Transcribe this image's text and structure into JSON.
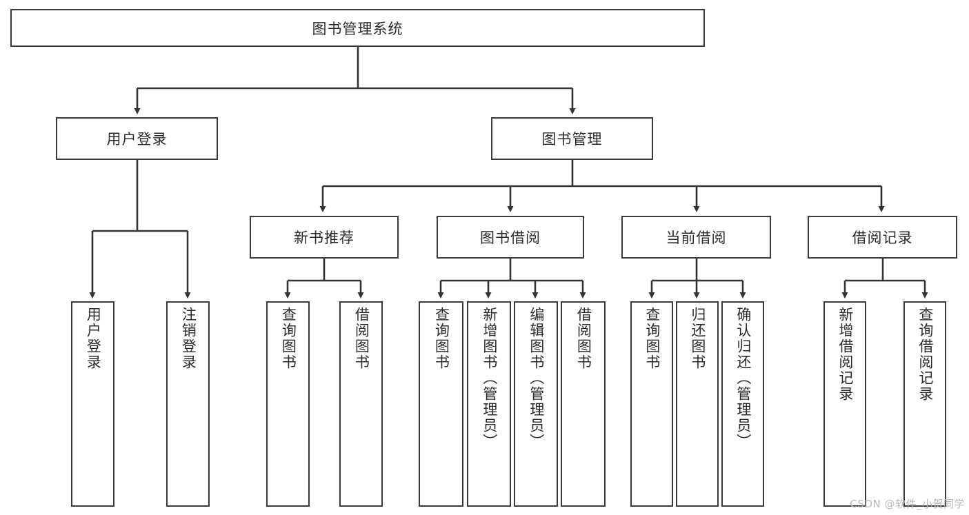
{
  "diagram": {
    "title": "图书管理系统",
    "type": "tree-hierarchy-diagram",
    "root": {
      "id": "root",
      "label": "图书管理系统"
    },
    "level2": [
      {
        "id": "user-login",
        "label": "用户登录"
      },
      {
        "id": "book-management",
        "label": "图书管理"
      }
    ],
    "level3": [
      {
        "id": "new-book-recommend",
        "label": "新书推荐",
        "parent": "book-management"
      },
      {
        "id": "book-borrow",
        "label": "图书借阅",
        "parent": "book-management"
      },
      {
        "id": "current-borrow",
        "label": "当前借阅",
        "parent": "book-management"
      },
      {
        "id": "borrow-record",
        "label": "借阅记录",
        "parent": "book-management"
      }
    ],
    "leaves": {
      "user_login": [
        {
          "id": "leaf-user-login",
          "label": "用户登录"
        },
        {
          "id": "leaf-user-logout",
          "label": "注销登录"
        }
      ],
      "new_book_recommend": [
        {
          "id": "leaf-query-book-1",
          "label": "查询图书"
        },
        {
          "id": "leaf-borrow-book-1",
          "label": "借阅图书"
        }
      ],
      "book_borrow": [
        {
          "id": "leaf-query-book-2",
          "label": "查询图书"
        },
        {
          "id": "leaf-add-book",
          "label": "新增图书（管理员）"
        },
        {
          "id": "leaf-edit-book",
          "label": "编辑图书（管理员）"
        },
        {
          "id": "leaf-borrow-book-2",
          "label": "借阅图书"
        }
      ],
      "current_borrow": [
        {
          "id": "leaf-query-book-3",
          "label": "查询图书"
        },
        {
          "id": "leaf-return-book",
          "label": "归还图书"
        },
        {
          "id": "leaf-confirm-return",
          "label": "确认归还（管理员）"
        }
      ],
      "borrow_record": [
        {
          "id": "leaf-add-record",
          "label": "新增借阅记录"
        },
        {
          "id": "leaf-query-record",
          "label": "查询借阅记录"
        }
      ]
    }
  },
  "watermark": {
    "text": "CSDN @软件_小贺同学"
  },
  "colors": {
    "box_border": "#3a3a3a",
    "text": "#2b2b2b",
    "connector": "#333333",
    "background": "#ffffff",
    "watermark": "#b9b9b9"
  }
}
